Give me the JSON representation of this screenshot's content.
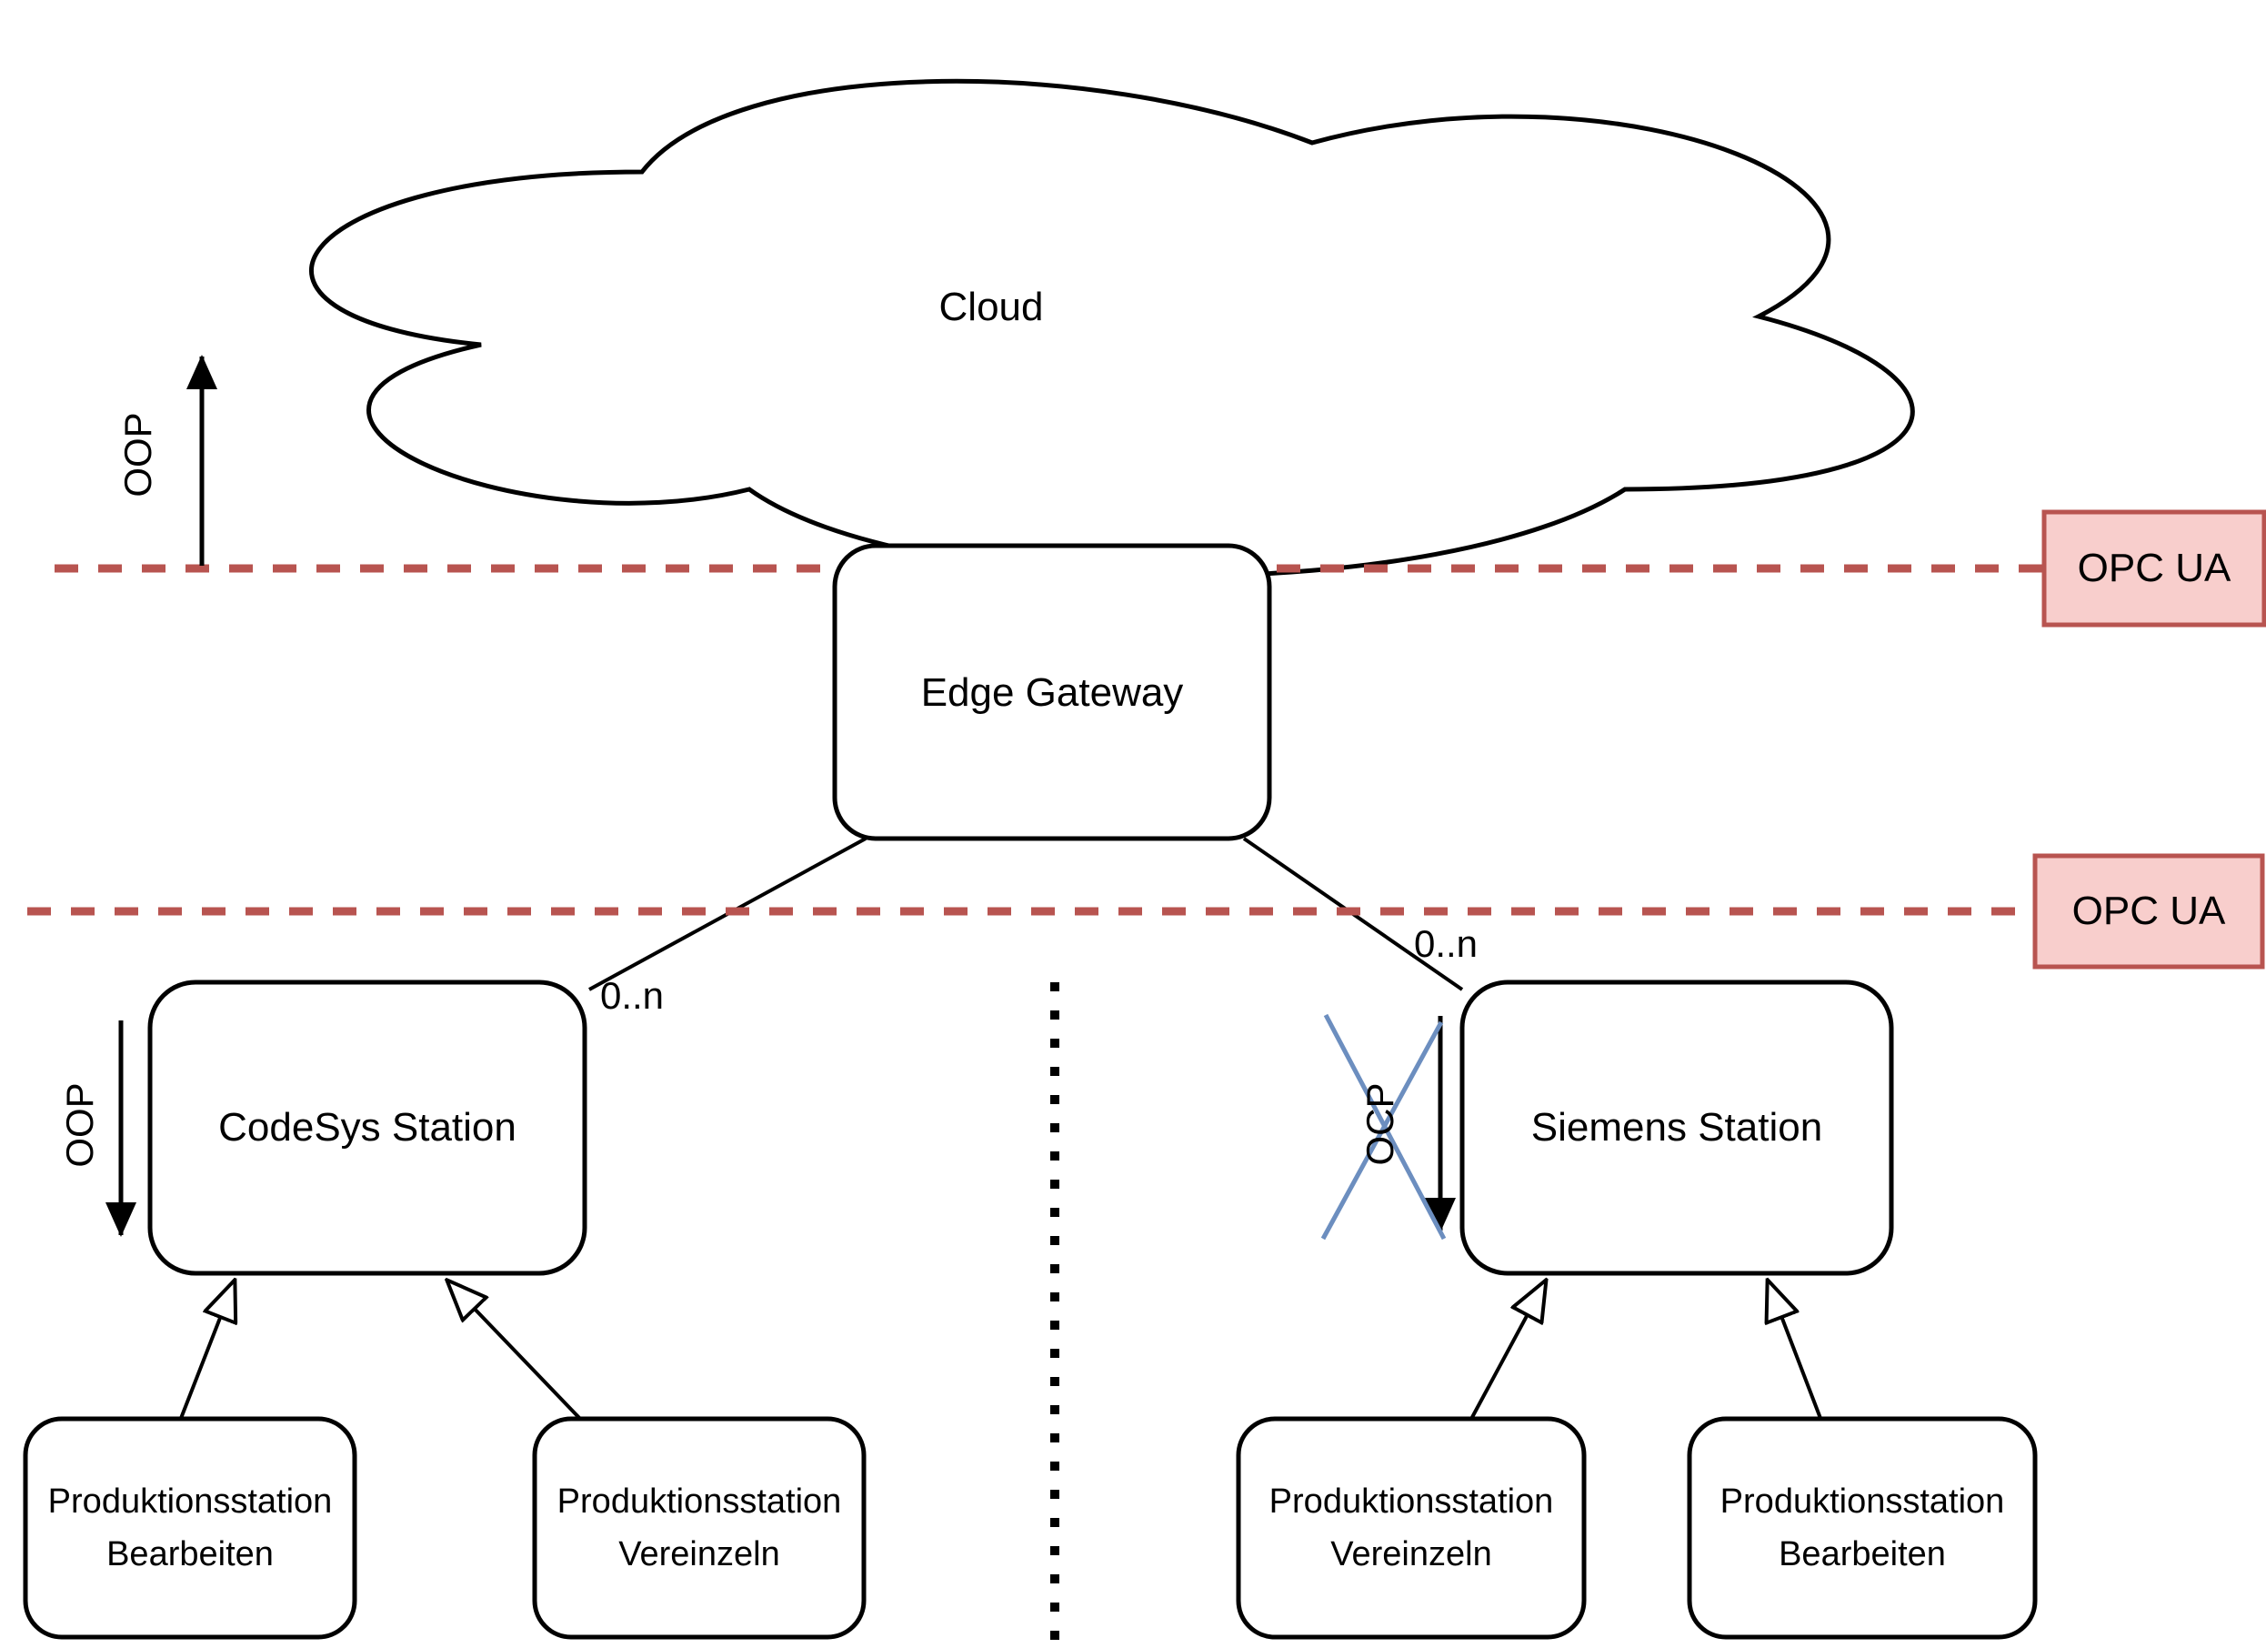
{
  "diagram": {
    "cloud": {
      "label": "Cloud"
    },
    "edge_gateway": {
      "label": "Edge Gateway"
    },
    "badges": {
      "top": "OPC UA",
      "bottom": "OPC UA"
    },
    "annotations": {
      "oop_cloud": "OOP",
      "oop_codesys": "OOP",
      "ocp_siemens": "OCP",
      "multiplicity_left": "0..n",
      "multiplicity_right": "0..n"
    },
    "stations": {
      "codesys": {
        "label": "CodeSys Station"
      },
      "siemens": {
        "label": "Siemens Station"
      }
    },
    "production_stations": [
      {
        "line1": "Produktionsstation",
        "line2": "Bearbeiten"
      },
      {
        "line1": "Produktionsstation",
        "line2": "Vereinzeln"
      },
      {
        "line1": "Produktionsstation",
        "line2": "Vereinzeln"
      },
      {
        "line1": "Produktionsstation",
        "line2": "Bearbeiten"
      }
    ],
    "colors": {
      "accent_red": "#b85450",
      "badge_fill": "#f8cecc",
      "cross_blue": "#6c8ebf",
      "line_black": "#000000"
    }
  }
}
